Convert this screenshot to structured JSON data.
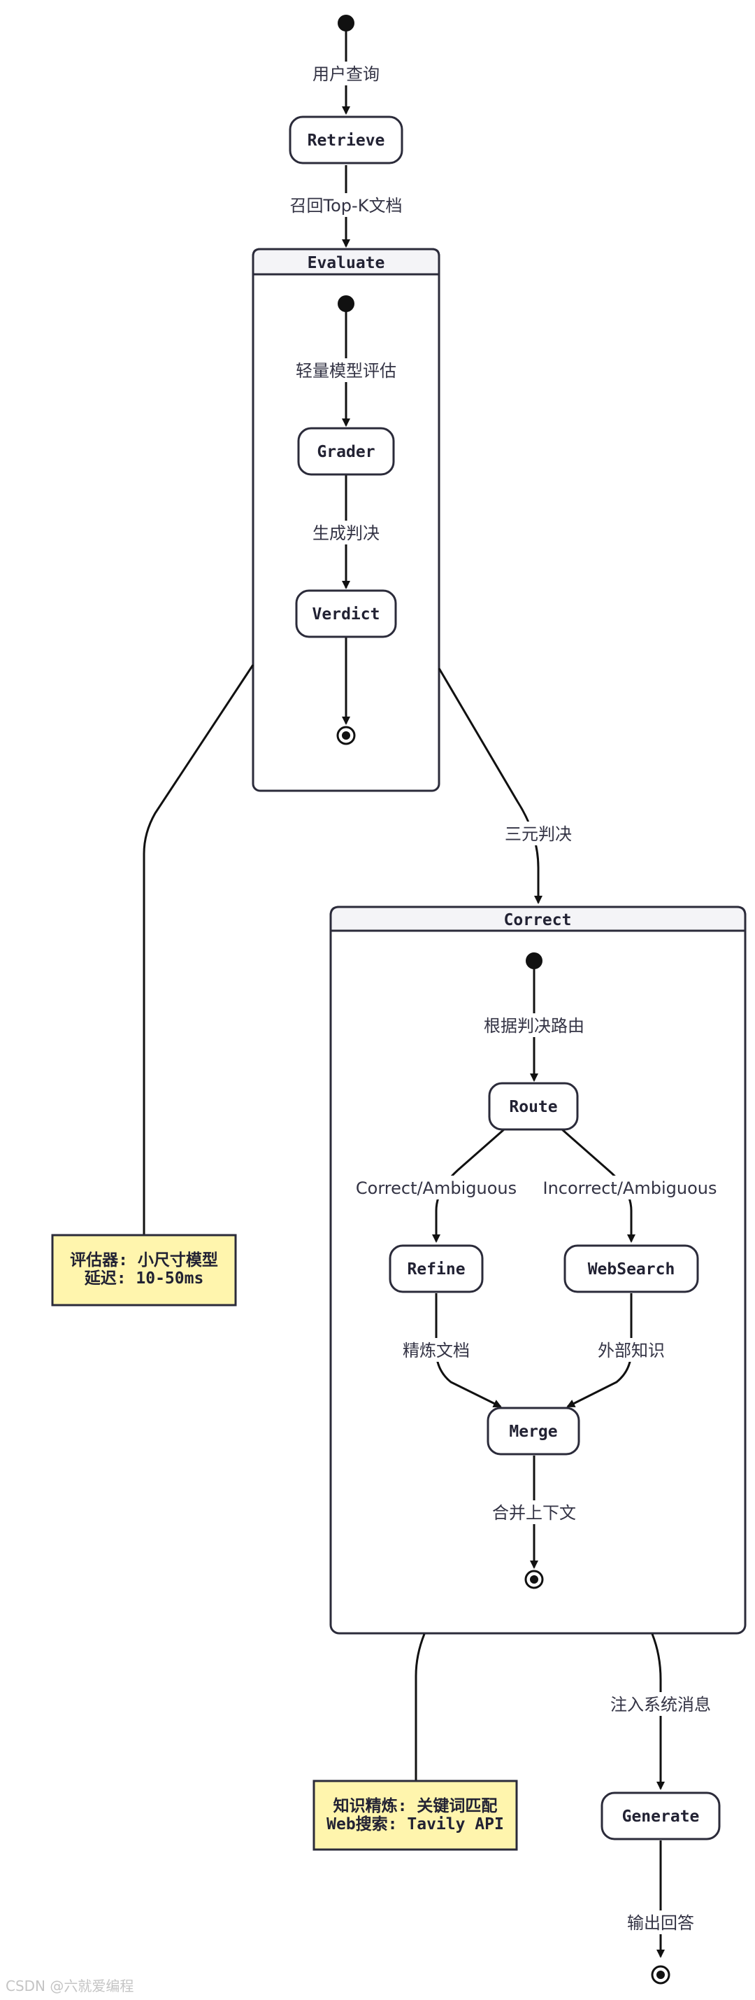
{
  "clusters": {
    "evaluate": "Evaluate",
    "correct": "Correct"
  },
  "nodes": {
    "retrieve": "Retrieve",
    "grader": "Grader",
    "verdict": "Verdict",
    "route": "Route",
    "refine": "Refine",
    "websearch": "WebSearch",
    "merge": "Merge",
    "generate": "Generate"
  },
  "edges": {
    "user_query": "用户查询",
    "recall_topk": "召回Top-K文档",
    "light_eval": "轻量模型评估",
    "gen_verdict": "生成判决",
    "ternary": "三元判决",
    "route_by_verdict": "根据判决路由",
    "correct_ambiguous": "Correct/Ambiguous",
    "incorrect_ambiguous": "Incorrect/Ambiguous",
    "refine_docs": "精炼文档",
    "external_knowledge": "外部知识",
    "merge_context": "合并上下文",
    "inject_system": "注入系统消息",
    "output_answer": "输出回答"
  },
  "notes": {
    "evaluator": [
      "评估器: 小尺寸模型",
      "延迟: 10-50ms"
    ],
    "correct": [
      "知识精炼: 关键词匹配",
      "Web搜索: Tavily API"
    ]
  },
  "watermark": "CSDN @六就爱编程"
}
